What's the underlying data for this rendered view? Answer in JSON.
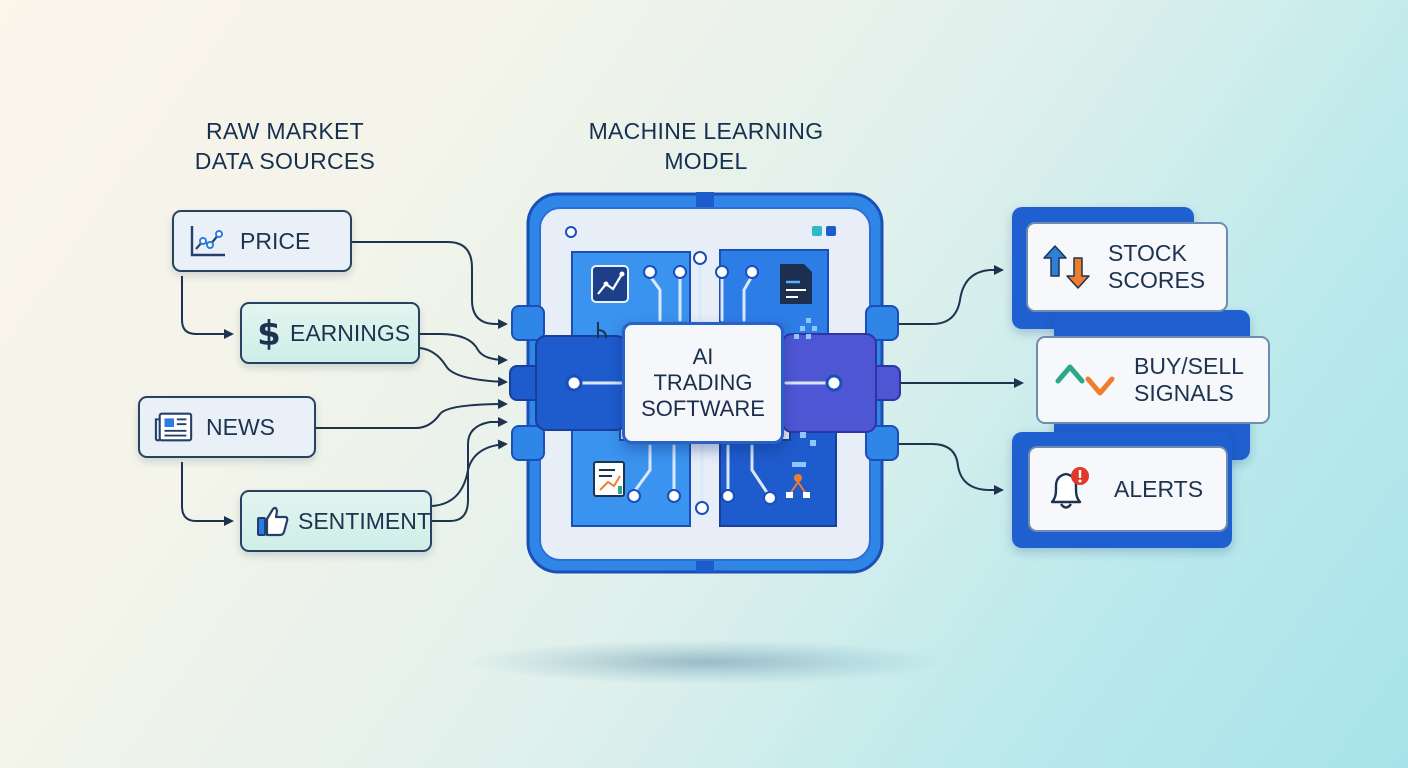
{
  "headings": {
    "sources": "RAW MARKET\nDATA SOURCES",
    "model": "MACHINE LEARNING\nMODEL"
  },
  "sources": [
    {
      "label": "PRICE",
      "icon": "line-chart-icon"
    },
    {
      "label": "EARNINGS",
      "icon": "dollar-sign-icon"
    },
    {
      "label": "NEWS",
      "icon": "newspaper-icon"
    },
    {
      "label": "SENTIMENT",
      "icon": "thumbs-up-icon"
    }
  ],
  "model": {
    "title": "AI\nTRADING\nSOFTWARE",
    "icons": [
      "chart-icon",
      "document-icon",
      "report-icon",
      "flowchart-icon"
    ]
  },
  "outputs": [
    {
      "label": "STOCK\nSCORES",
      "icon": "up-down-arrows-icon"
    },
    {
      "label": "BUY/SELL\nSIGNALS",
      "icon": "chevron-signals-icon"
    },
    {
      "label": "ALERTS",
      "icon": "bell-alert-icon"
    }
  ],
  "colors": {
    "chip_blue": "#2b7be4",
    "chip_dark": "#1e5bcc",
    "chip_violet": "#4f56d4",
    "navy": "#1d3350",
    "arrow_up": "#2e7fd6",
    "arrow_down": "#ee7d2e",
    "signal_up": "#2aa889",
    "alert_red": "#e03a2c"
  }
}
